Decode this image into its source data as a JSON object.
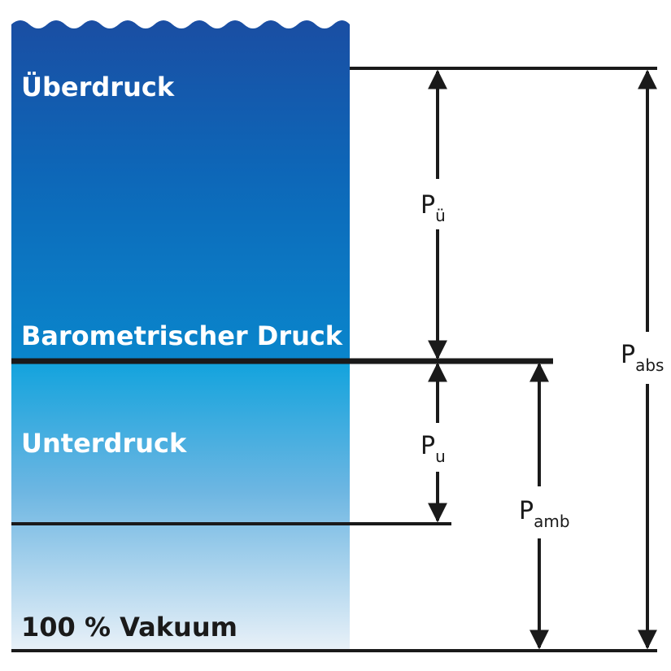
{
  "zones": {
    "overpressure": "Überdruck",
    "barometric": "Barometrischer Druck",
    "underpressure": "Unterdruck",
    "vacuum": "100 % Vakuum"
  },
  "pressures": {
    "gauge": {
      "symbol": "P",
      "subscript": "ü"
    },
    "vacuum_gauge": {
      "symbol": "P",
      "subscript": "u"
    },
    "ambient": {
      "symbol": "P",
      "subscript": "amb"
    },
    "absolute": {
      "symbol": "P",
      "subscript": "abs"
    }
  },
  "colors": {
    "deep_blue": "#1550a5",
    "mid_blue": "#0a7cc6",
    "light_blue": "#1aa6de",
    "pale_blue": "#e6eff7",
    "line": "#1a1a1a",
    "label_white": "#ffffff",
    "label_dark": "#1a1a1a"
  }
}
